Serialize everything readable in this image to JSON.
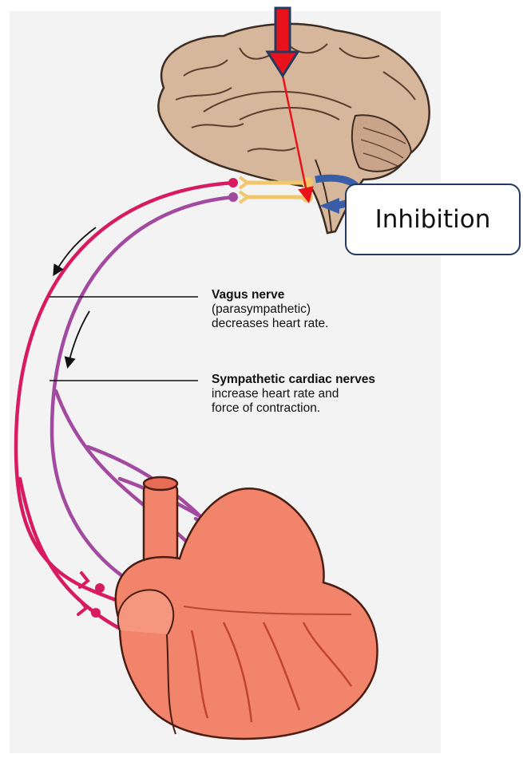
{
  "labels": {
    "vagus": {
      "title": "Vagus nerve",
      "line1": "(parasympathetic)",
      "line2": "decreases heart rate."
    },
    "sympathetic": {
      "title": "Sympathetic cardiac nerves",
      "line1": "increase heart rate and",
      "line2": "force of contraction."
    },
    "callout": "Inhibition"
  },
  "colors": {
    "background": "#f3f3f3",
    "brain_fill": "#d7b79b",
    "brain_outline": "#3d2c22",
    "heart_fill": "#f2846b",
    "heart_outline": "#4a1d12",
    "vagus_nerve": "#d81b60",
    "sympathetic_nerve": "#a14aa0",
    "neuron_cells": "#f2c66d",
    "arrow_red": "#e8121a",
    "arrow_blue": "#3a5da8",
    "callout_border": "#243a5e"
  }
}
